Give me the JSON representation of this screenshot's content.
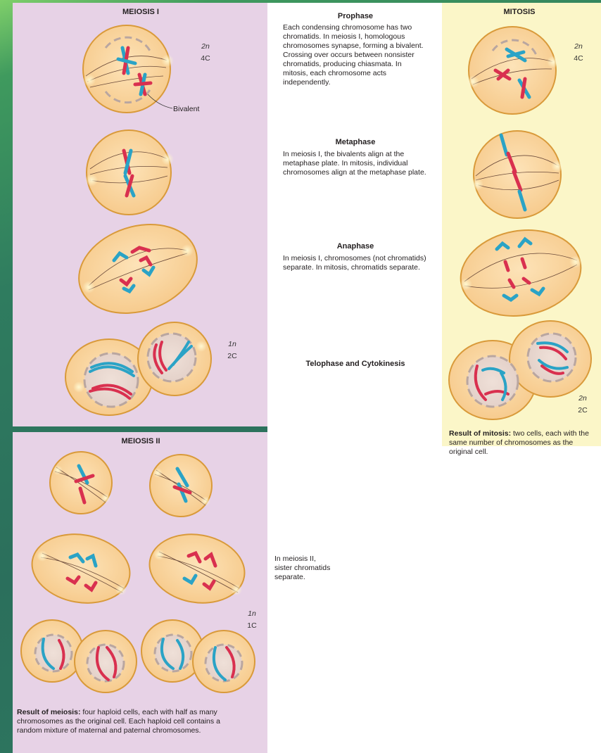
{
  "meiosis1": {
    "title": "MEIOSIS I",
    "ploidy_top": {
      "n": "2n",
      "c": "4C"
    },
    "bivalent_label": "Bivalent",
    "ploidy_bottom": {
      "n": "1n",
      "c": "2C"
    }
  },
  "mitosis": {
    "title": "MITOSIS",
    "ploidy_top": {
      "n": "2n",
      "c": "4C"
    },
    "ploidy_bottom": {
      "n": "2n",
      "c": "2C"
    },
    "result_bold": "Result of mitosis:",
    "result_text": " two cells, each with the same number of chromosomes as the original cell."
  },
  "stages": [
    {
      "title": "Prophase",
      "text": "Each condensing chromosome has two chromatids. In meiosis I, homologous chromosomes synapse, forming a bivalent. Crossing over occurs between nonsister chromatids, producing chiasmata. In mitosis, each chromosome acts independently."
    },
    {
      "title": "Metaphase",
      "text": "In meiosis I, the bivalents align at the metaphase plate. In mitosis, individual chromosomes align at the metaphase plate."
    },
    {
      "title": "Anaphase",
      "text": "In meiosis I, chromosomes (not chromatids) separate. In mitosis, chromatids separate."
    },
    {
      "title": "Telophase and Cytokinesis",
      "text": ""
    }
  ],
  "meiosis2": {
    "title": "MEIOSIS II",
    "side_text": "In meiosis II, sister chromatids separate.",
    "ploidy": {
      "n": "1n",
      "c": "1C"
    },
    "result_bold": "Result of meiosis:",
    "result_text": " four haploid cells, each with half as many chromosomes as the original cell. Each haploid cell contains a random mixture of maternal and paternal chromosomes."
  },
  "colors": {
    "meiosis_panel": "#e7d2e6",
    "mitosis_panel": "#fbf6c8",
    "cell_fill": "#f8d8a2",
    "cell_stroke": "#d99a3a",
    "maternal_chromosome": "#d9304f",
    "paternal_chromosome": "#2aa3c6"
  }
}
